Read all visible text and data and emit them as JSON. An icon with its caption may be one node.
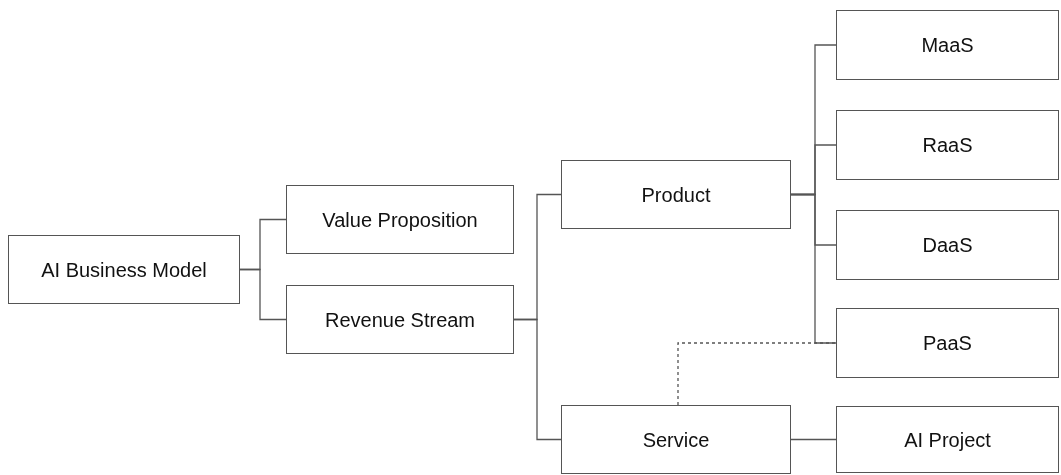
{
  "diagram": {
    "nodes": [
      {
        "text": [
          "AI Business Model"
        ]
      },
      {
        "text": [
          "Value Proposition"
        ]
      },
      {
        "text": [
          "Revenue Stream"
        ]
      },
      {
        "text": [
          "Product"
        ]
      },
      {
        "text": [
          "Service"
        ]
      },
      {
        "text": [
          "MaaS"
        ]
      },
      {
        "text": [
          "RaaS"
        ]
      },
      {
        "text": [
          "DaaS"
        ]
      },
      {
        "text": [
          "PaaS"
        ]
      },
      {
        "text": [
          "AI Project"
        ]
      }
    ],
    "edges": [
      {
        "from": 0,
        "to": 1,
        "arrow": "none"
      },
      {
        "from": 0,
        "to": 2,
        "arrow": "none"
      },
      {
        "from": 2,
        "to": 3,
        "arrow": "none"
      },
      {
        "from": 2,
        "to": 4,
        "arrow": "none"
      },
      {
        "from": 3,
        "to": 5,
        "arrow": "none"
      },
      {
        "from": 3,
        "to": 6,
        "arrow": "none"
      },
      {
        "from": 3,
        "to": 7,
        "arrow": "none"
      },
      {
        "from": 3,
        "to": 8,
        "arrow": "none"
      },
      {
        "from": 4,
        "to": 9,
        "arrow": "none"
      },
      {
        "from": 4,
        "to": 8,
        "arrow": "none",
        "style": "dashed"
      }
    ]
  }
}
